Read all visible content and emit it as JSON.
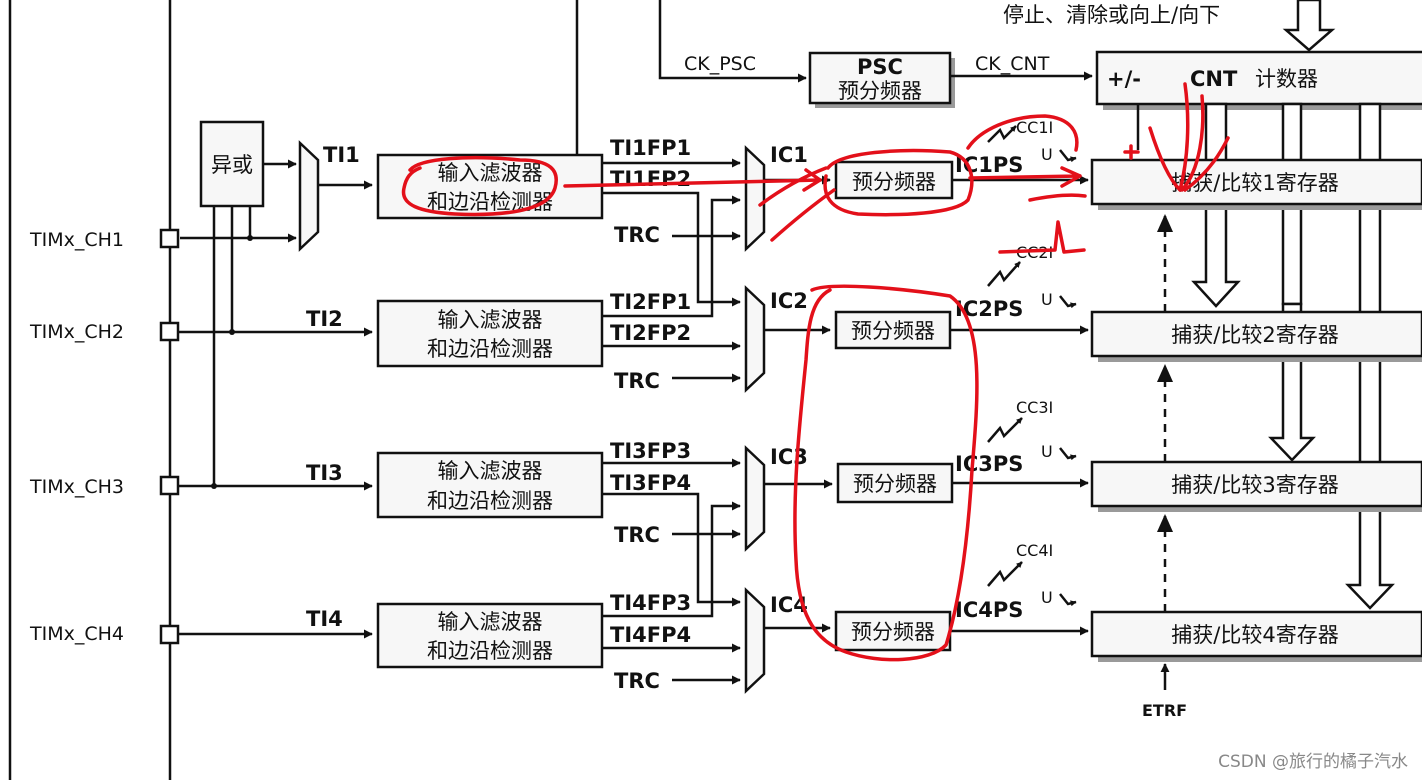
{
  "diagram": {
    "pins": [
      "TIMx_CH1",
      "TIMx_CH2",
      "TIMx_CH3",
      "TIMx_CH4"
    ],
    "xor_label": "异或",
    "ti": [
      "TI1",
      "TI2",
      "TI3",
      "TI4"
    ],
    "filter_line1": "输入滤波器",
    "filter_line2": "和边沿检测器",
    "fp": [
      [
        "TI1FP1",
        "TI1FP2"
      ],
      [
        "TI2FP1",
        "TI2FP2"
      ],
      [
        "TI3FP3",
        "TI3FP4"
      ],
      [
        "TI4FP3",
        "TI4FP4"
      ]
    ],
    "trc": "TRC",
    "ic": [
      "IC1",
      "IC2",
      "IC3",
      "IC4"
    ],
    "prescaler": "预分频器",
    "icps": [
      "IC1PS",
      "IC2PS",
      "IC3PS",
      "IC4PS"
    ],
    "cci": [
      "CC1I",
      "CC2I",
      "CC3I",
      "CC4I"
    ],
    "u": "U",
    "registers": [
      "捕获/比较1寄存器",
      "捕获/比较2寄存器",
      "捕获/比较3寄存器",
      "捕获/比较4寄存器"
    ],
    "ck_psc": "CK_PSC",
    "psc_title": "PSC",
    "psc_sub": "预分频器",
    "ck_cnt": "CK_CNT",
    "cnt_sign": "+/-",
    "cnt_title": "CNT",
    "cnt_sub": "计数器",
    "top_note": "停止、清除或向上/向下",
    "etrf": "ETRF"
  },
  "watermark": "CSDN @旅行的橘子汽水",
  "colors": {
    "annotation": "#e3101a",
    "line": "#111111"
  }
}
